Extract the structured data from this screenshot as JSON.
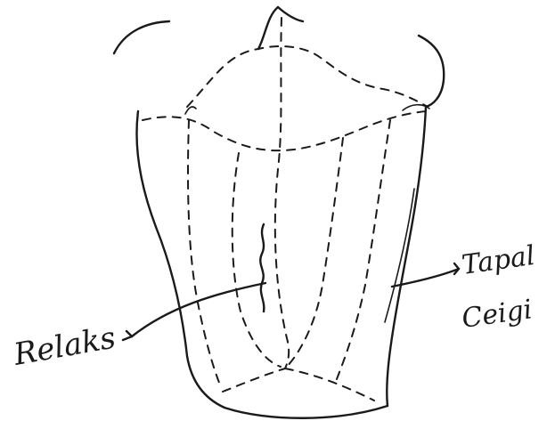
{
  "diagram": {
    "labels": {
      "left_label": "Relaks",
      "right_label_line1": "Tapal",
      "right_label_line2": "Ceigi"
    }
  }
}
